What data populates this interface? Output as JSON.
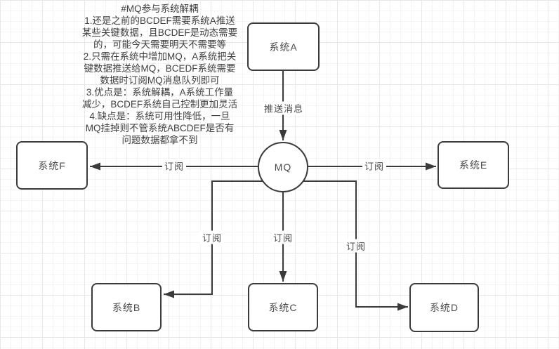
{
  "notes": {
    "lines": [
      "#MQ参与系统解耦",
      "1.还是之前的BCDEF需要系统A推送",
      "某些关键数据，且BCDEF是动态需要",
      "的，可能今天需要明天不需要等",
      "2.只需在系统中增加MQ，A系统把关",
      "键数据推送给MQ，BCEDF系统需要",
      "数据时订阅MQ消息队列即可",
      "3.优点是：系统解耦，A系统工作量",
      "减少，BCDEF系统自己控制更加灵活",
      "4.缺点是：系统可用性降低，一旦",
      "MQ挂掉则不管系统ABCDEF是否有",
      "问题数据都拿不到"
    ]
  },
  "nodes": {
    "system_a": {
      "label": "系统A",
      "shape": "rounded-rect"
    },
    "system_b": {
      "label": "系统B",
      "shape": "rounded-rect"
    },
    "system_c": {
      "label": "系统C",
      "shape": "rounded-rect"
    },
    "system_d": {
      "label": "系统D",
      "shape": "rounded-rect"
    },
    "system_e": {
      "label": "系统E",
      "shape": "rounded-rect"
    },
    "system_f": {
      "label": "系统F",
      "shape": "rounded-rect"
    },
    "mq": {
      "label": "MQ",
      "shape": "circle"
    }
  },
  "edges": {
    "a_to_mq": {
      "from": "系统A",
      "to": "MQ",
      "label": "推送消息"
    },
    "mq_to_f": {
      "from": "MQ",
      "to": "系统F",
      "label": "订阅"
    },
    "mq_to_e": {
      "from": "MQ",
      "to": "系统E",
      "label": "订阅"
    },
    "mq_to_b": {
      "from": "MQ",
      "to": "系统B",
      "label": "订阅"
    },
    "mq_to_c": {
      "from": "MQ",
      "to": "系统C",
      "label": "订阅"
    },
    "mq_to_d": {
      "from": "MQ",
      "to": "系统D",
      "label": "订阅"
    }
  },
  "colors": {
    "stroke": "#3b3b3b",
    "text": "#3f3f3f",
    "node_fill": "#ffffff",
    "grid_minor": "#f4f4f4",
    "grid_major": "#e7e7e7"
  }
}
